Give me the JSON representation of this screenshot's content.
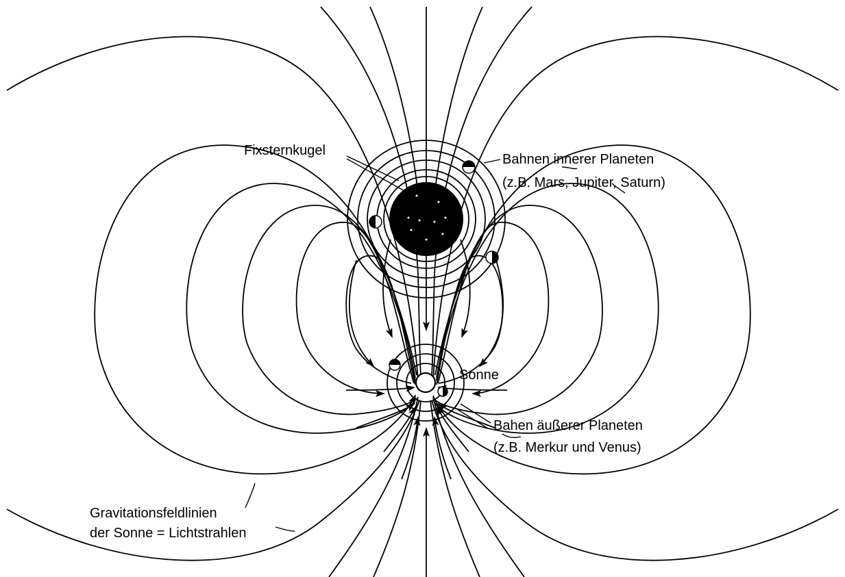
{
  "labels": {
    "fixsternkugel": "Fixsternkugel",
    "inner_line1": "Bahnen innerer Planeten",
    "inner_line2": "(z.B. Mars, Jupiter, Saturn)",
    "sonne": "Sonne",
    "outer_line1": "Bahen äußerer Planeten",
    "outer_line2": "(z.B. Merkur und  Venus)",
    "grav_line1": "Gravitationsfeldlinien",
    "grav_line2": "der Sonne = Lichtstrahlen"
  },
  "colors": {
    "ink": "#000000",
    "background": "#ffffff"
  }
}
